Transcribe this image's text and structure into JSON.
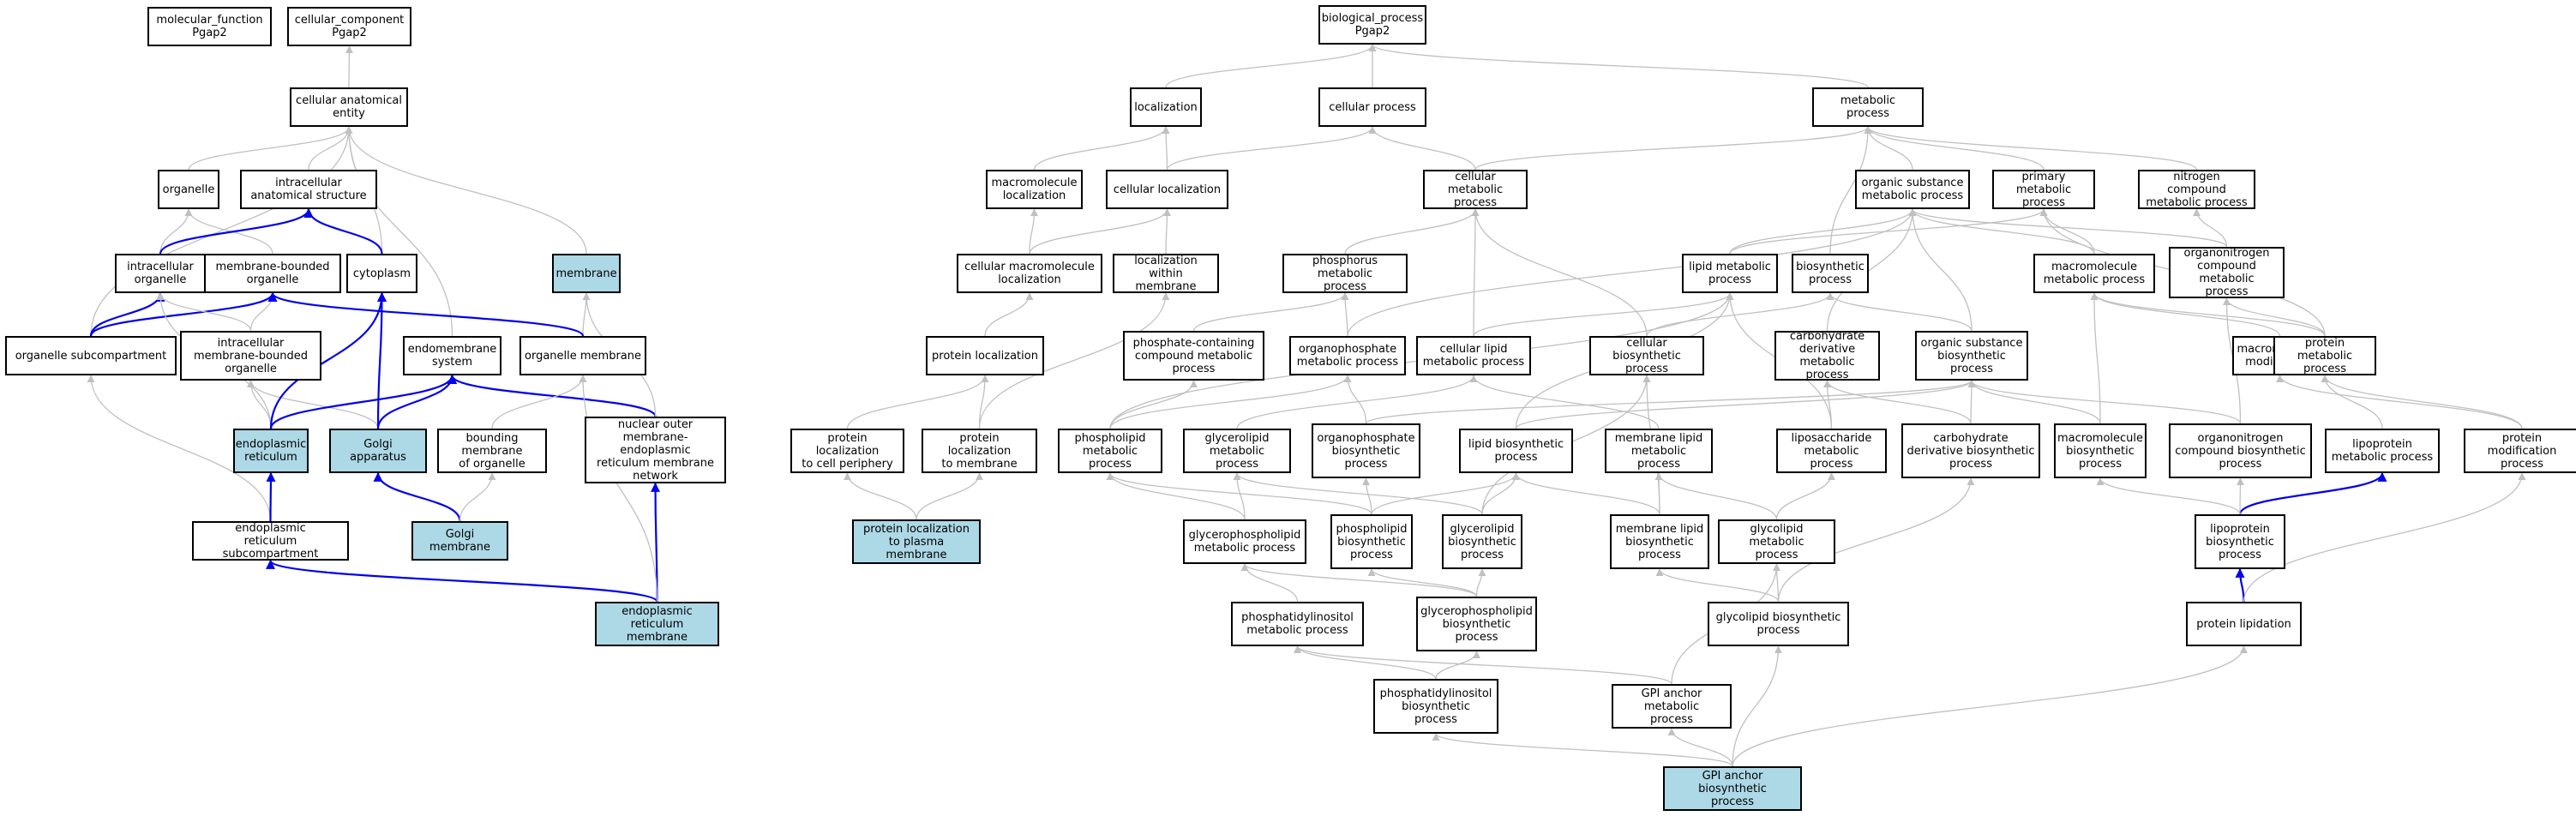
{
  "colors": {
    "highlight_fill": "#add8e6",
    "edge_default": "#c0c0c0",
    "edge_emphasis": "#0000ee",
    "node_border": "#000000"
  },
  "nodes": [
    {
      "id": "mf",
      "label": "molecular_function\nPgap2",
      "highlighted": false
    },
    {
      "id": "cc",
      "label": "cellular_component\nPgap2",
      "highlighted": false
    },
    {
      "id": "cae",
      "label": "cellular anatomical\nentity",
      "highlighted": false
    },
    {
      "id": "org",
      "label": "organelle",
      "highlighted": false
    },
    {
      "id": "ias",
      "label": "intracellular\nanatomical structure",
      "highlighted": false
    },
    {
      "id": "iorg",
      "label": "intracellular\norganelle",
      "highlighted": false
    },
    {
      "id": "mbo",
      "label": "membrane-bounded\norganelle",
      "highlighted": false
    },
    {
      "id": "cyto",
      "label": "cytoplasm",
      "highlighted": false
    },
    {
      "id": "mem",
      "label": "membrane",
      "highlighted": true
    },
    {
      "id": "osub",
      "label": "organelle subcompartment",
      "highlighted": false
    },
    {
      "id": "imbo",
      "label": "intracellular\nmembrane-bounded\norganelle",
      "highlighted": false
    },
    {
      "id": "ems",
      "label": "endomembrane\nsystem",
      "highlighted": false
    },
    {
      "id": "omem",
      "label": "organelle membrane",
      "highlighted": false
    },
    {
      "id": "er",
      "label": "endoplasmic\nreticulum",
      "highlighted": true
    },
    {
      "id": "golgi",
      "label": "Golgi apparatus",
      "highlighted": true
    },
    {
      "id": "bmo",
      "label": "bounding membrane\nof organelle",
      "highlighted": false
    },
    {
      "id": "nomem",
      "label": "nuclear outer\nmembrane-endoplasmic\nreticulum membrane\nnetwork",
      "highlighted": false
    },
    {
      "id": "ersub",
      "label": "endoplasmic\nreticulum subcompartment",
      "highlighted": false
    },
    {
      "id": "golgimem",
      "label": "Golgi membrane",
      "highlighted": true
    },
    {
      "id": "ermem",
      "label": "endoplasmic\nreticulum membrane",
      "highlighted": true
    },
    {
      "id": "bp",
      "label": "biological_process\nPgap2",
      "highlighted": false
    },
    {
      "id": "loc",
      "label": "localization",
      "highlighted": false
    },
    {
      "id": "cp",
      "label": "cellular process",
      "highlighted": false
    },
    {
      "id": "metab",
      "label": "metabolic process",
      "highlighted": false
    },
    {
      "id": "mloc",
      "label": "macromolecule\nlocalization",
      "highlighted": false
    },
    {
      "id": "cloc",
      "label": "cellular localization",
      "highlighted": false
    },
    {
      "id": "cmp",
      "label": "cellular metabolic\nprocess",
      "highlighted": false
    },
    {
      "id": "osmp",
      "label": "organic substance\nmetabolic process",
      "highlighted": false
    },
    {
      "id": "pmp",
      "label": "primary metabolic\nprocess",
      "highlighted": false
    },
    {
      "id": "ncmp",
      "label": "nitrogen compound\nmetabolic process",
      "highlighted": false
    },
    {
      "id": "cmloc",
      "label": "cellular macromolecule\nlocalization",
      "highlighted": false
    },
    {
      "id": "locwm",
      "label": "localization\nwithin membrane",
      "highlighted": false
    },
    {
      "id": "phmp",
      "label": "phosphorus metabolic\nprocess",
      "highlighted": false
    },
    {
      "id": "lmp",
      "label": "lipid metabolic\nprocess",
      "highlighted": false
    },
    {
      "id": "bio",
      "label": "biosynthetic\nprocess",
      "highlighted": false
    },
    {
      "id": "macmp",
      "label": "macromolecule\nmetabolic process",
      "highlighted": false
    },
    {
      "id": "oncmp",
      "label": "organonitrogen\ncompound metabolic\nprocess",
      "highlighted": false
    },
    {
      "id": "ploc",
      "label": "protein localization",
      "highlighted": false
    },
    {
      "id": "pccmp",
      "label": "phosphate-containing\ncompound metabolic\nprocess",
      "highlighted": false
    },
    {
      "id": "opmp",
      "label": "organophosphate\nmetabolic process",
      "highlighted": false
    },
    {
      "id": "clmp",
      "label": "cellular lipid\nmetabolic process",
      "highlighted": false
    },
    {
      "id": "cbp",
      "label": "cellular biosynthetic\nprocess",
      "highlighted": false
    },
    {
      "id": "cdmp",
      "label": "carbohydrate\nderivative metabolic\nprocess",
      "highlighted": false
    },
    {
      "id": "osbp",
      "label": "organic substance\nbiosynthetic\nprocess",
      "highlighted": false
    },
    {
      "id": "macmod",
      "label": "macromolecule\nmodification",
      "highlighted": false
    },
    {
      "id": "protmp",
      "label": "protein metabolic\nprocess",
      "highlighted": false
    },
    {
      "id": "plcp",
      "label": "protein localization\nto cell periphery",
      "highlighted": false
    },
    {
      "id": "pltm",
      "label": "protein localization\nto membrane",
      "highlighted": false
    },
    {
      "id": "phlmp",
      "label": "phospholipid\nmetabolic process",
      "highlighted": false
    },
    {
      "id": "glmp",
      "label": "glycerolipid\nmetabolic process",
      "highlighted": false
    },
    {
      "id": "opbp",
      "label": "organophosphate\nbiosynthetic\nprocess",
      "highlighted": false
    },
    {
      "id": "lbp",
      "label": "lipid biosynthetic\nprocess",
      "highlighted": false
    },
    {
      "id": "mlmp",
      "label": "membrane lipid\nmetabolic process",
      "highlighted": false
    },
    {
      "id": "lsmp",
      "label": "liposaccharide\nmetabolic process",
      "highlighted": false
    },
    {
      "id": "cdbp",
      "label": "carbohydrate\nderivative biosynthetic\nprocess",
      "highlighted": false
    },
    {
      "id": "macbp",
      "label": "macromolecule\nbiosynthetic\nprocess",
      "highlighted": false
    },
    {
      "id": "oncbp",
      "label": "organonitrogen\ncompound biosynthetic\nprocess",
      "highlighted": false
    },
    {
      "id": "lpmp",
      "label": "lipoprotein\nmetabolic process",
      "highlighted": false
    },
    {
      "id": "pmodp",
      "label": "protein modification\nprocess",
      "highlighted": false
    },
    {
      "id": "pltpm",
      "label": "protein localization\nto plasma membrane",
      "highlighted": true
    },
    {
      "id": "gplmp",
      "label": "glycerophospholipid\nmetabolic process",
      "highlighted": false
    },
    {
      "id": "phlbp",
      "label": "phospholipid\nbiosynthetic\nprocess",
      "highlighted": false
    },
    {
      "id": "glbp",
      "label": "glycerolipid\nbiosynthetic\nprocess",
      "highlighted": false
    },
    {
      "id": "mlbp",
      "label": "membrane lipid\nbiosynthetic\nprocess",
      "highlighted": false
    },
    {
      "id": "gclmp",
      "label": "glycolipid metabolic\nprocess",
      "highlighted": false
    },
    {
      "id": "lpbp",
      "label": "lipoprotein\nbiosynthetic\nprocess",
      "highlighted": false
    },
    {
      "id": "pimp",
      "label": "phosphatidylinositol\nmetabolic process",
      "highlighted": false
    },
    {
      "id": "gplbp",
      "label": "glycerophospholipid\nbiosynthetic\nprocess",
      "highlighted": false
    },
    {
      "id": "gclbp",
      "label": "glycolipid biosynthetic\nprocess",
      "highlighted": false
    },
    {
      "id": "plip",
      "label": "protein lipidation",
      "highlighted": false
    },
    {
      "id": "pibp",
      "label": "phosphatidylinositol\nbiosynthetic\nprocess",
      "highlighted": false
    },
    {
      "id": "gpimp",
      "label": "GPI anchor metabolic\nprocess",
      "highlighted": false
    },
    {
      "id": "gpibp",
      "label": "GPI anchor biosynthetic\nprocess",
      "highlighted": true
    }
  ],
  "edges": [
    [
      "cae",
      "cc",
      0
    ],
    [
      "org",
      "cae",
      0
    ],
    [
      "ias",
      "cae",
      0
    ],
    [
      "cyto",
      "cae",
      0
    ],
    [
      "mem",
      "cae",
      0
    ],
    [
      "ems",
      "cae",
      0
    ],
    [
      "osub",
      "cae",
      0
    ],
    [
      "iorg",
      "org",
      0
    ],
    [
      "mbo",
      "org",
      0
    ],
    [
      "iorg",
      "ias",
      1
    ],
    [
      "cyto",
      "ias",
      1
    ],
    [
      "osub",
      "iorg",
      1
    ],
    [
      "osub",
      "mbo",
      1
    ],
    [
      "imbo",
      "iorg",
      0
    ],
    [
      "imbo",
      "mbo",
      0
    ],
    [
      "er",
      "imbo",
      0
    ],
    [
      "golgi",
      "imbo",
      0
    ],
    [
      "er",
      "iorg",
      0
    ],
    [
      "er",
      "cyto",
      1
    ],
    [
      "golgi",
      "cyto",
      1
    ],
    [
      "omem",
      "mem",
      0
    ],
    [
      "omem",
      "mbo",
      1
    ],
    [
      "er",
      "ems",
      1
    ],
    [
      "golgi",
      "ems",
      1
    ],
    [
      "nomem",
      "ems",
      1
    ],
    [
      "bmo",
      "omem",
      0
    ],
    [
      "nomem",
      "mem",
      0
    ],
    [
      "ersub",
      "osub",
      0
    ],
    [
      "ersub",
      "er",
      1
    ],
    [
      "golgimem",
      "golgi",
      1
    ],
    [
      "golgimem",
      "bmo",
      0
    ],
    [
      "ermem",
      "ersub",
      1
    ],
    [
      "ermem",
      "nomem",
      1
    ],
    [
      "ermem",
      "omem",
      0
    ],
    [
      "loc",
      "bp",
      0
    ],
    [
      "cp",
      "bp",
      0
    ],
    [
      "metab",
      "bp",
      0
    ],
    [
      "mloc",
      "loc",
      0
    ],
    [
      "cloc",
      "loc",
      0
    ],
    [
      "cloc",
      "cp",
      0
    ],
    [
      "cmp",
      "cp",
      0
    ],
    [
      "cmp",
      "metab",
      0
    ],
    [
      "osmp",
      "metab",
      0
    ],
    [
      "pmp",
      "metab",
      0
    ],
    [
      "ncmp",
      "metab",
      0
    ],
    [
      "cmloc",
      "mloc",
      0
    ],
    [
      "cmloc",
      "cloc",
      0
    ],
    [
      "locwm",
      "cloc",
      0
    ],
    [
      "phmp",
      "cmp",
      0
    ],
    [
      "clmp",
      "cmp",
      0
    ],
    [
      "cbp",
      "cmp",
      0
    ],
    [
      "lmp",
      "osmp",
      0
    ],
    [
      "lmp",
      "pmp",
      0
    ],
    [
      "bio",
      "metab",
      0
    ],
    [
      "macmp",
      "osmp",
      0
    ],
    [
      "macmp",
      "pmp",
      0
    ],
    [
      "oncmp",
      "ncmp",
      0
    ],
    [
      "oncmp",
      "osmp",
      0
    ],
    [
      "cdmp",
      "osmp",
      0
    ],
    [
      "osbp",
      "osmp",
      0
    ],
    [
      "opmp",
      "osmp",
      0
    ],
    [
      "ploc",
      "cmloc",
      0
    ],
    [
      "pccmp",
      "phmp",
      0
    ],
    [
      "opmp",
      "phmp",
      0
    ],
    [
      "clmp",
      "lmp",
      0
    ],
    [
      "cbp",
      "bio",
      0
    ],
    [
      "osbp",
      "bio",
      0
    ],
    [
      "macmod",
      "macmp",
      0
    ],
    [
      "protmp",
      "macmp",
      0
    ],
    [
      "protmp",
      "oncmp",
      0
    ],
    [
      "protmp",
      "pmp",
      0
    ],
    [
      "plcp",
      "ploc",
      0
    ],
    [
      "pltm",
      "ploc",
      0
    ],
    [
      "pltm",
      "locwm",
      0
    ],
    [
      "phlmp",
      "pccmp",
      0
    ],
    [
      "phlmp",
      "lmp",
      0
    ],
    [
      "phlmp",
      "opmp",
      0
    ],
    [
      "glmp",
      "clmp",
      0
    ],
    [
      "opbp",
      "opmp",
      0
    ],
    [
      "opbp",
      "osbp",
      0
    ],
    [
      "lbp",
      "lmp",
      0
    ],
    [
      "lbp",
      "osbp",
      0
    ],
    [
      "mlmp",
      "clmp",
      0
    ],
    [
      "lsmp",
      "lmp",
      0
    ],
    [
      "lsmp",
      "cdmp",
      0
    ],
    [
      "cdbp",
      "cdmp",
      0
    ],
    [
      "cdbp",
      "osbp",
      0
    ],
    [
      "macbp",
      "macmp",
      0
    ],
    [
      "macbp",
      "osbp",
      0
    ],
    [
      "oncbp",
      "oncmp",
      0
    ],
    [
      "oncbp",
      "osbp",
      0
    ],
    [
      "lpmp",
      "protmp",
      0
    ],
    [
      "pmodp",
      "protmp",
      0
    ],
    [
      "pmodp",
      "macmod",
      0
    ],
    [
      "pltpm",
      "plcp",
      0
    ],
    [
      "pltpm",
      "pltm",
      0
    ],
    [
      "gplmp",
      "phlmp",
      0
    ],
    [
      "gplmp",
      "glmp",
      0
    ],
    [
      "phlbp",
      "phlmp",
      0
    ],
    [
      "phlbp",
      "opbp",
      0
    ],
    [
      "phlbp",
      "lbp",
      0
    ],
    [
      "glbp",
      "glmp",
      0
    ],
    [
      "glbp",
      "lbp",
      0
    ],
    [
      "glbp",
      "cbp",
      0
    ],
    [
      "mlbp",
      "mlmp",
      0
    ],
    [
      "mlbp",
      "lbp",
      0
    ],
    [
      "mlbp",
      "cbp",
      0
    ],
    [
      "gclmp",
      "mlmp",
      0
    ],
    [
      "gclmp",
      "lsmp",
      0
    ],
    [
      "lpbp",
      "lpmp",
      1
    ],
    [
      "lpbp",
      "macbp",
      0
    ],
    [
      "lpbp",
      "oncbp",
      0
    ],
    [
      "pimp",
      "gplmp",
      0
    ],
    [
      "gplbp",
      "gplmp",
      0
    ],
    [
      "gplbp",
      "phlbp",
      0
    ],
    [
      "gplbp",
      "glbp",
      0
    ],
    [
      "gclbp",
      "gclmp",
      0
    ],
    [
      "gclbp",
      "mlbp",
      0
    ],
    [
      "gclbp",
      "cdbp",
      0
    ],
    [
      "plip",
      "lpbp",
      1
    ],
    [
      "plip",
      "pmodp",
      0
    ],
    [
      "pibp",
      "pimp",
      0
    ],
    [
      "pibp",
      "gplbp",
      0
    ],
    [
      "gpimp",
      "gclmp",
      0
    ],
    [
      "gpimp",
      "pimp",
      0
    ],
    [
      "gpibp",
      "gpimp",
      0
    ],
    [
      "gpibp",
      "pibp",
      0
    ],
    [
      "gpibp",
      "gclbp",
      0
    ],
    [
      "gpibp",
      "plip",
      0
    ]
  ]
}
